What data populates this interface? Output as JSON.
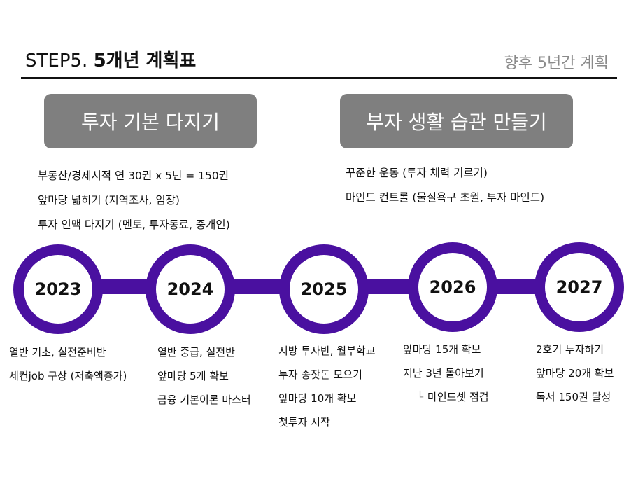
{
  "header": {
    "step": "STEP5.",
    "title": "5개년 계획표",
    "subtitle": "향후 5년간 계획"
  },
  "pillars": [
    {
      "label": "투자 기본 다지기",
      "items": [
        "부동산/경제서적 연 30권 x 5년 = 150권",
        "앞마당 넓히기 (지역조사, 임장)",
        "투자 인맥 다지기 (멘토, 투자동료, 중개인)"
      ]
    },
    {
      "label": "부자 생활 습관 만들기",
      "items": [
        "꾸준한 운동 (투자 체력 기르기)",
        "마인드 컨트롤 (물질욕구 초월, 투자 마인드)"
      ]
    }
  ],
  "timeline": {
    "accent_color": "#4a10a0",
    "years": [
      {
        "year": "2023",
        "items": [
          "열반 기초, 실전준비반",
          "세컨job 구상 (저축액증가)"
        ]
      },
      {
        "year": "2024",
        "items": [
          "열반 중급, 실전반",
          "앞마당 5개 확보",
          "금융 기본이론 마스터"
        ]
      },
      {
        "year": "2025",
        "items": [
          "지방 투자반, 월부학교",
          "투자 종잣돈 모으기",
          "앞마당 10개 확보",
          "첫투자 시작"
        ]
      },
      {
        "year": "2026",
        "items": [
          "앞마당 15개 확보",
          "지난 3년 돌아보기"
        ],
        "subitem": "마인드셋 점검"
      },
      {
        "year": "2027",
        "items": [
          "2호기 투자하기",
          "앞마당 20개 확보",
          "독서 150권 달성"
        ]
      }
    ]
  }
}
